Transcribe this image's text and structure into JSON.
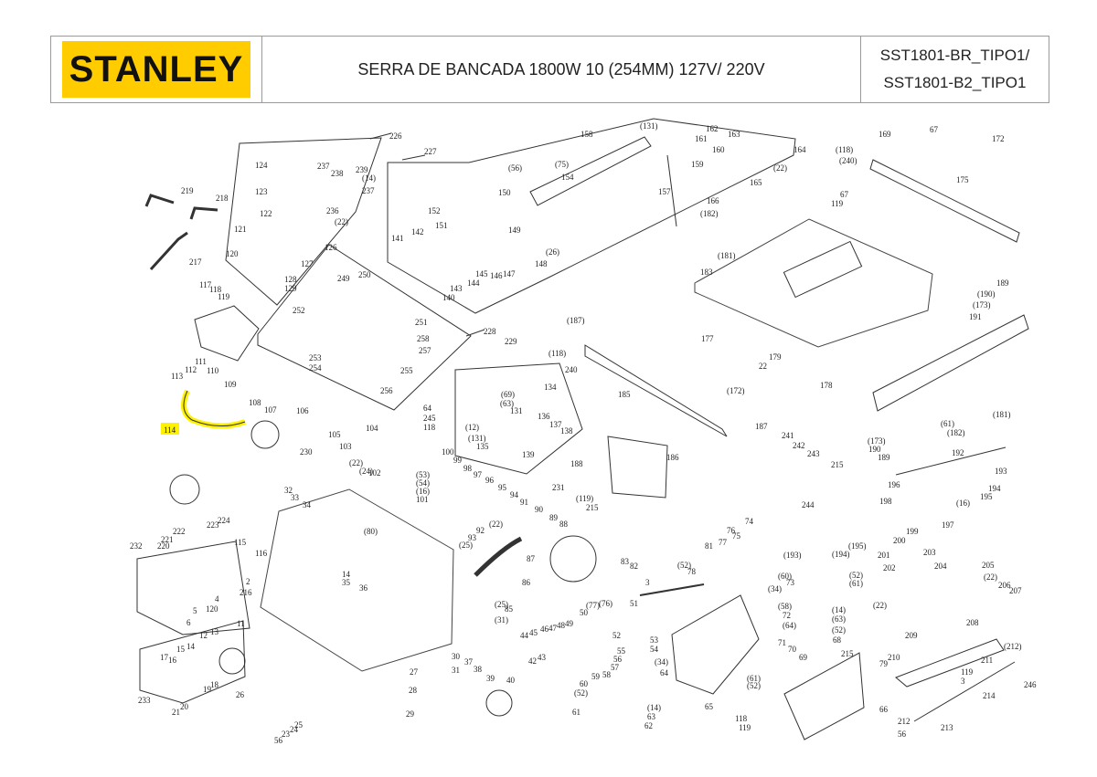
{
  "header": {
    "brand": "STANLEY",
    "title": "SERRA DE BANCADA 1800W 10 (254MM) 127V/ 220V",
    "model_line1": "SST1801-BR_TIPO1/",
    "model_line2": "SST1801-B2_TIPO1"
  },
  "colors": {
    "brand_yellow": "#ffcc00",
    "highlight": "#fff200"
  },
  "highlighted_part": "114",
  "part_labels": [
    "226",
    "227",
    "219",
    "218",
    "124",
    "237",
    "238",
    "239",
    "(14)",
    "237",
    "123",
    "122",
    "236",
    "(22)",
    "121",
    "120",
    "126",
    "127",
    "217",
    "128",
    "129",
    "117",
    "118",
    "119",
    "249",
    "250",
    "252",
    "251",
    "253",
    "258",
    "257",
    "254",
    "255",
    "256",
    "111",
    "112",
    "110",
    "113",
    "109",
    "228",
    "229",
    "114",
    "(56)",
    "150",
    "152",
    "151",
    "149",
    "142",
    "141",
    "148",
    "147",
    "145",
    "146",
    "144",
    "143",
    "140",
    "158",
    "(131)",
    "(75)",
    "154",
    "157",
    "(26)",
    "162",
    "163",
    "161",
    "160",
    "159",
    "164",
    "165",
    "(22)",
    "169",
    "(118)",
    "(240)",
    "67",
    "172",
    "175",
    "166",
    "(182)",
    "119",
    "67",
    "(181)",
    "183",
    "189",
    "(190)",
    "(173)",
    "191",
    "(187)",
    "(118)",
    "240",
    "185",
    "177",
    "179",
    "22",
    "178",
    "(172)",
    "134",
    "(69)",
    "(63)",
    "131",
    "136",
    "137",
    "138",
    "(12)",
    "(131)",
    "135",
    "139",
    "108",
    "107",
    "106",
    "64",
    "245",
    "118",
    "105",
    "104",
    "103",
    "230",
    "(22)",
    "(24)",
    "102",
    "100",
    "99",
    "98",
    "97",
    "96",
    "95",
    "94",
    "231",
    "91",
    "90",
    "89",
    "88",
    "(53)",
    "(54)",
    "(16)",
    "101",
    "92",
    "(22)",
    "93",
    "(25)",
    "87",
    "86",
    "187",
    "241",
    "242",
    "243",
    "188",
    "186",
    "215",
    "(119)",
    "215",
    "244",
    "(181)",
    "(61)",
    "(182)",
    "(173)",
    "190",
    "189",
    "192",
    "193",
    "196",
    "198",
    "(16)",
    "195",
    "194",
    "197",
    "199",
    "200",
    "201",
    "203",
    "202",
    "204",
    "205",
    "(22)",
    "206",
    "207",
    "(22)",
    "209",
    "208",
    "(212)",
    "210",
    "211",
    "119",
    "3",
    "246",
    "214",
    "66",
    "212",
    "56",
    "213",
    "74",
    "75",
    "76",
    "77",
    "(193)",
    "(194)",
    "(195)",
    "81",
    "83",
    "82",
    "3",
    "(52)",
    "78",
    "51",
    "(34)",
    "(60)",
    "73",
    "(52)",
    "(61)",
    "(58)",
    "72",
    "(64)",
    "(14)",
    "(63)",
    "(52)",
    "68",
    "71",
    "70",
    "69",
    "215",
    "79",
    "65",
    "64",
    "(34)",
    "(61)",
    "(52)",
    "118",
    "119",
    "(80)",
    "14",
    "35",
    "36",
    "(25)",
    "85",
    "(31)",
    "50",
    "(77)",
    "(76)",
    "44",
    "45",
    "46",
    "47",
    "48",
    "49",
    "52",
    "53",
    "54",
    "55",
    "56",
    "57",
    "58",
    "59",
    "42",
    "43",
    "30",
    "31",
    "37",
    "38",
    "39",
    "40",
    "27",
    "28",
    "29",
    "(52)",
    "60",
    "61",
    "(14)",
    "63",
    "62",
    "232",
    "221",
    "222",
    "223",
    "224",
    "220",
    "115",
    "116",
    "32",
    "33",
    "34",
    "2",
    "216",
    "4",
    "120",
    "5",
    "6",
    "11",
    "13",
    "12",
    "14",
    "15",
    "17",
    "16",
    "233",
    "19",
    "18",
    "26",
    "21",
    "20",
    "56",
    "23",
    "24",
    "25"
  ]
}
